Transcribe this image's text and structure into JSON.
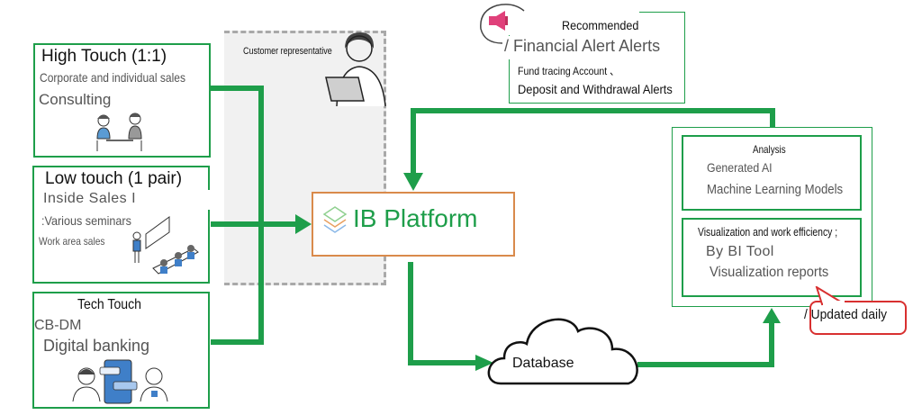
{
  "colors": {
    "flow_green": "#1e9e4a",
    "platform_orange": "#d98a4b",
    "callout_red": "#d83030",
    "rep_zone_gray": "#f1f1f1"
  },
  "touch_boxes": {
    "high": {
      "title": "High Touch (1:1)",
      "line1": "Corporate and individual sales",
      "line2": "Consulting"
    },
    "low": {
      "title": "Low touch (1 pair)",
      "line1": "Inside Sales I",
      "line2": ":Various seminars",
      "line3": "Work area sales"
    },
    "tech": {
      "title": "Tech Touch",
      "line1": "CB-DM",
      "line2": "Digital banking"
    }
  },
  "rep_zone": {
    "label": "Customer representative"
  },
  "platform": {
    "label": "IB Platform",
    "icon": "layers-icon"
  },
  "alerts": {
    "icon": "megaphone-icon",
    "header": "Recommended",
    "title": "/ Financial Alert Alerts",
    "line1": "Fund tracing Account 、",
    "line2": "Deposit and Withdrawal Alerts"
  },
  "analysis": {
    "title": "Analysis",
    "line1": "Generated AI",
    "line2": "Machine Learning Models"
  },
  "visualization": {
    "title": "Visualization and work efficiency ;",
    "line1": "By BI Tool",
    "line2": "Visualization reports"
  },
  "callout": {
    "label": "/ Updated daily"
  },
  "database": {
    "label": "Database"
  }
}
